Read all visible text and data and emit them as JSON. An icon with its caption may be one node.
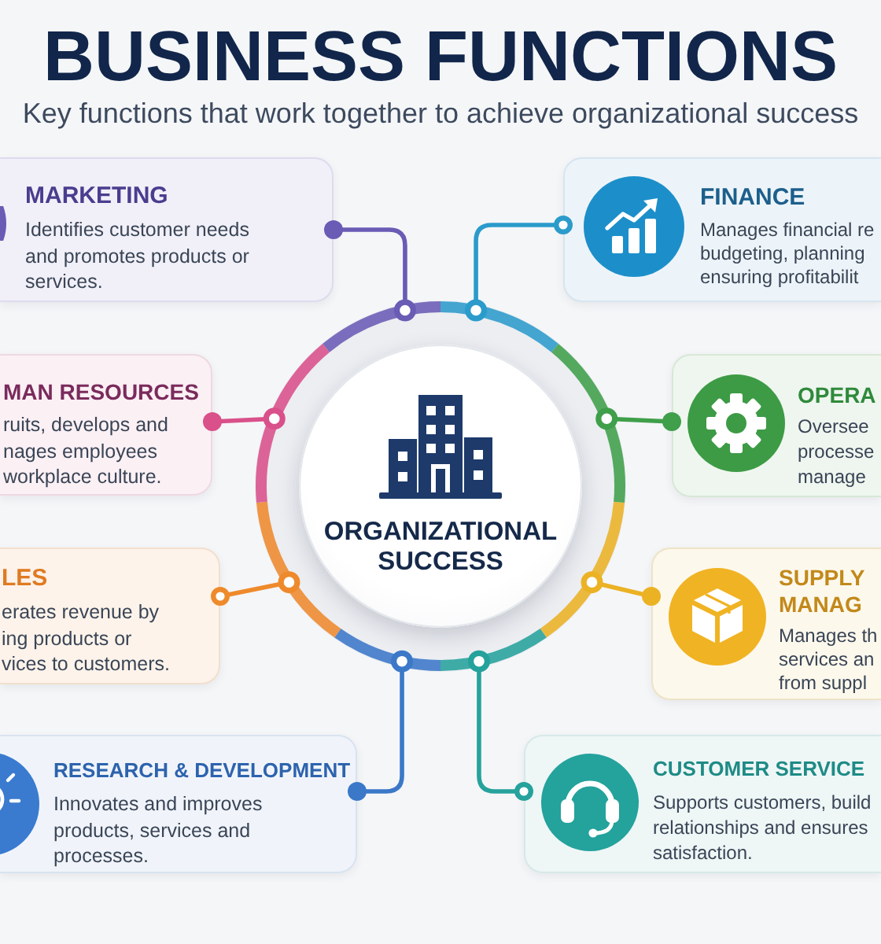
{
  "diagram": {
    "title": "BUSINESS FUNCTIONS",
    "nodes": [
      {
        "text": [
          "MARKETING",
          "Identifies customer needs and promotes products or services."
        ]
      },
      {
        "text": [
          "FINANCE",
          "Manages financial re budgeting, planning ensuring profitabilit"
        ]
      },
      {
        "text": [
          "MAN RESOURCES",
          "ruits, develops and nages employees workplace culture."
        ]
      },
      {
        "text": [
          "OPERA",
          "Oversee processe manage"
        ]
      },
      {
        "text": [
          "ORGANIZATIONAL SUCCESS"
        ]
      },
      {
        "text": [
          "LES",
          "erates revenue by ing products or vices to customers."
        ]
      },
      {
        "text": [
          "SUPPLY MANAG",
          "Manages th services an from suppl"
        ]
      },
      {
        "text": [
          "RESEARCH & DEVELOPMENT",
          "Innovates and improves products, services and processes."
        ]
      },
      {
        "text": [
          "CUSTOMER SERVICE",
          "Supports customers, build relationships and ensures satisfaction."
        ]
      }
    ],
    "edges": [
      {
        "from": 4,
        "to": 0,
        "arrow": "other",
        "color": "#6a5bb5"
      },
      {
        "from": 4,
        "to": 1,
        "arrow": "other",
        "color": "#2b9bcb"
      },
      {
        "from": 4,
        "to": 2,
        "arrow": "other",
        "color": "#d9508a"
      },
      {
        "from": 4,
        "to": 3,
        "arrow": "other",
        "color": "#3f9f4a"
      },
      {
        "from": 4,
        "to": 5,
        "arrow": "other",
        "color": "#ee8a2c"
      },
      {
        "from": 4,
        "to": 6,
        "arrow": "other",
        "color": "#ebb224"
      },
      {
        "from": 4,
        "to": 7,
        "arrow": "other",
        "color": "#3b78c8"
      },
      {
        "from": 4,
        "to": 8,
        "arrow": "other",
        "color": "#25a29c"
      }
    ],
    "labels": [
      "Key functions that work together to achieve organizational success"
    ]
  }
}
